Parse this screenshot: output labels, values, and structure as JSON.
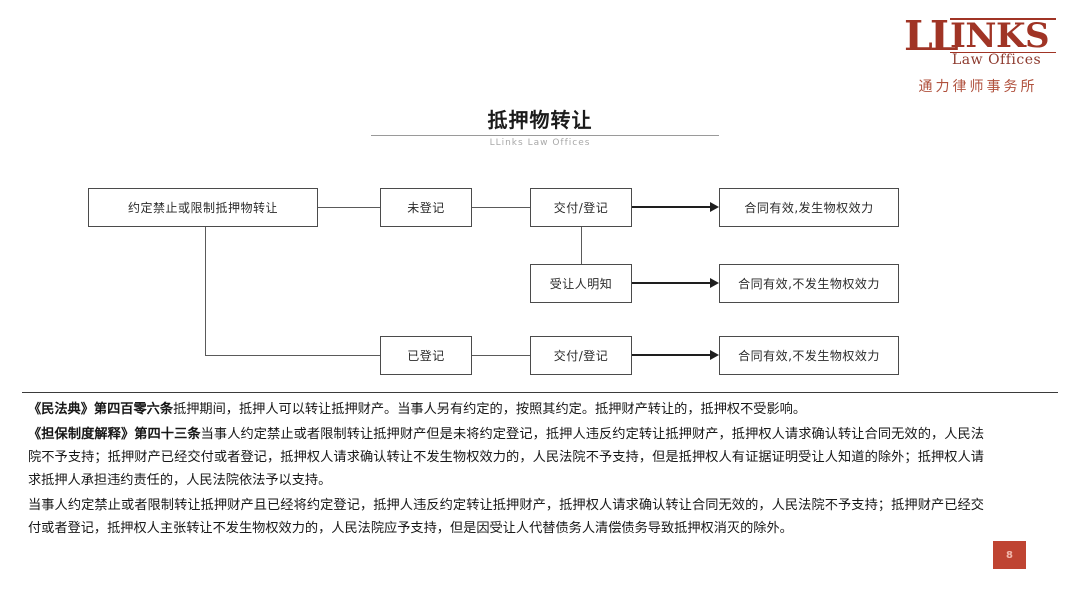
{
  "brand": {
    "logo_ll": "LL",
    "logo_inks": "INKS",
    "logo_tagline": "Law Offices",
    "logo_chinese": "通力律师事务所",
    "accent_color": "#a03425"
  },
  "header": {
    "title": "抵押物转让",
    "subtitle": "LLinks Law Offices"
  },
  "flowchart": {
    "nodes": [
      {
        "id": "n1",
        "label": "约定禁止或限制抵押物转让"
      },
      {
        "id": "n2",
        "label": "未登记"
      },
      {
        "id": "n3",
        "label": "交付/登记"
      },
      {
        "id": "n4",
        "label": "合同有效,发生物权效力"
      },
      {
        "id": "n5",
        "label": "受让人明知"
      },
      {
        "id": "n6",
        "label": "合同有效,不发生物权效力"
      },
      {
        "id": "n7",
        "label": "已登记"
      },
      {
        "id": "n8",
        "label": "交付/登记"
      },
      {
        "id": "n9",
        "label": "合同有效,不发生物权效力"
      }
    ]
  },
  "provisions": [
    {
      "label": "《民法典》第四百零六条",
      "text": "抵押期间，抵押人可以转让抵押财产。当事人另有约定的，按照其约定。抵押财产转让的，抵押权不受影响。"
    },
    {
      "label": "《担保制度解释》第四十三条",
      "text": "当事人约定禁止或者限制转让抵押财产但是未将约定登记，抵押人违反约定转让抵押财产，抵押权人请求确认转让合同无效的，人民法院不予支持；抵押财产已经交付或者登记，抵押权人请求确认转让不发生物权效力的，人民法院不予支持，但是抵押权人有证据证明受让人知道的除外；抵押权人请求抵押人承担违约责任的，人民法院依法予以支持。"
    },
    {
      "label": "",
      "text": "当事人约定禁止或者限制转让抵押财产且已经将约定登记，抵押人违反约定转让抵押财产，抵押权人请求确认转让合同无效的，人民法院不予支持；抵押财产已经交付或者登记，抵押权人主张转让不发生物权效力的，人民法院应予支持，但是因受让人代替债务人清偿债务导致抵押权消灭的除外。"
    }
  ],
  "footer": {
    "page_number": "8",
    "badge_color": "#bf4432"
  }
}
